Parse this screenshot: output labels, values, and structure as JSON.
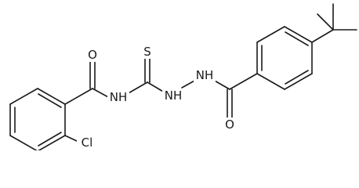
{
  "atoms": {
    "o_left": "O",
    "s_top": "S",
    "nh_left": "NH",
    "nh_mid1": "NH",
    "nh_mid2": "NH",
    "o_right": "O",
    "cl": "Cl"
  },
  "colors": {
    "bond": "#1a1a1a",
    "background": "#ffffff"
  }
}
